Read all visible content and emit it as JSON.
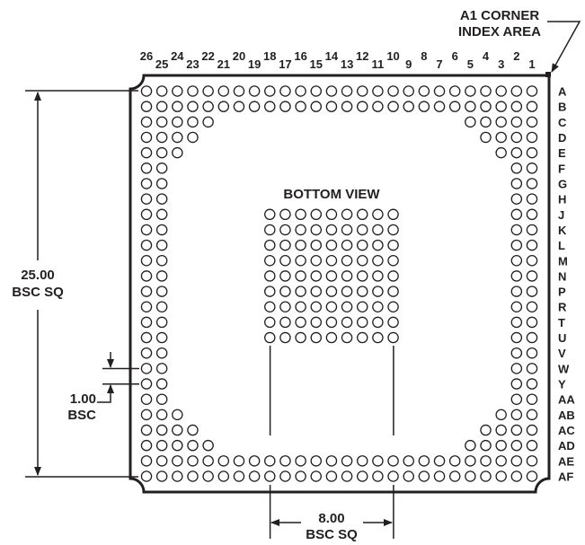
{
  "title": "BOTTOM VIEW",
  "corner_label": [
    "A1 CORNER",
    "INDEX AREA"
  ],
  "dim_package": [
    "25.00",
    "BSC SQ"
  ],
  "dim_pitch": [
    "1.00",
    "BSC"
  ],
  "dim_center": [
    "8.00",
    "BSC SQ"
  ],
  "columns": [
    "1",
    "2",
    "3",
    "4",
    "5",
    "6",
    "7",
    "8",
    "9",
    "10",
    "11",
    "12",
    "13",
    "14",
    "15",
    "16",
    "17",
    "18",
    "19",
    "20",
    "21",
    "22",
    "23",
    "24",
    "25",
    "26"
  ],
  "rows": [
    "A",
    "B",
    "C",
    "D",
    "E",
    "F",
    "G",
    "H",
    "J",
    "K",
    "L",
    "M",
    "N",
    "P",
    "R",
    "T",
    "U",
    "V",
    "W",
    "Y",
    "AA",
    "AB",
    "AC",
    "AD",
    "AE",
    "AF"
  ],
  "perimeter_balls_per_side": [
    26,
    26,
    5,
    4,
    3,
    2,
    2,
    2,
    2,
    2,
    2,
    2,
    2,
    2,
    2,
    2,
    2,
    2,
    2,
    2,
    2,
    3,
    4,
    5,
    26,
    26
  ],
  "center_array": {
    "rows": [
      "J",
      "K",
      "L",
      "M",
      "N",
      "P",
      "R",
      "T",
      "U"
    ],
    "columns": [
      "10",
      "11",
      "12",
      "13",
      "14",
      "15",
      "16",
      "17",
      "18"
    ]
  },
  "colors": {
    "ink": "#231f20",
    "background": "#ffffff"
  }
}
